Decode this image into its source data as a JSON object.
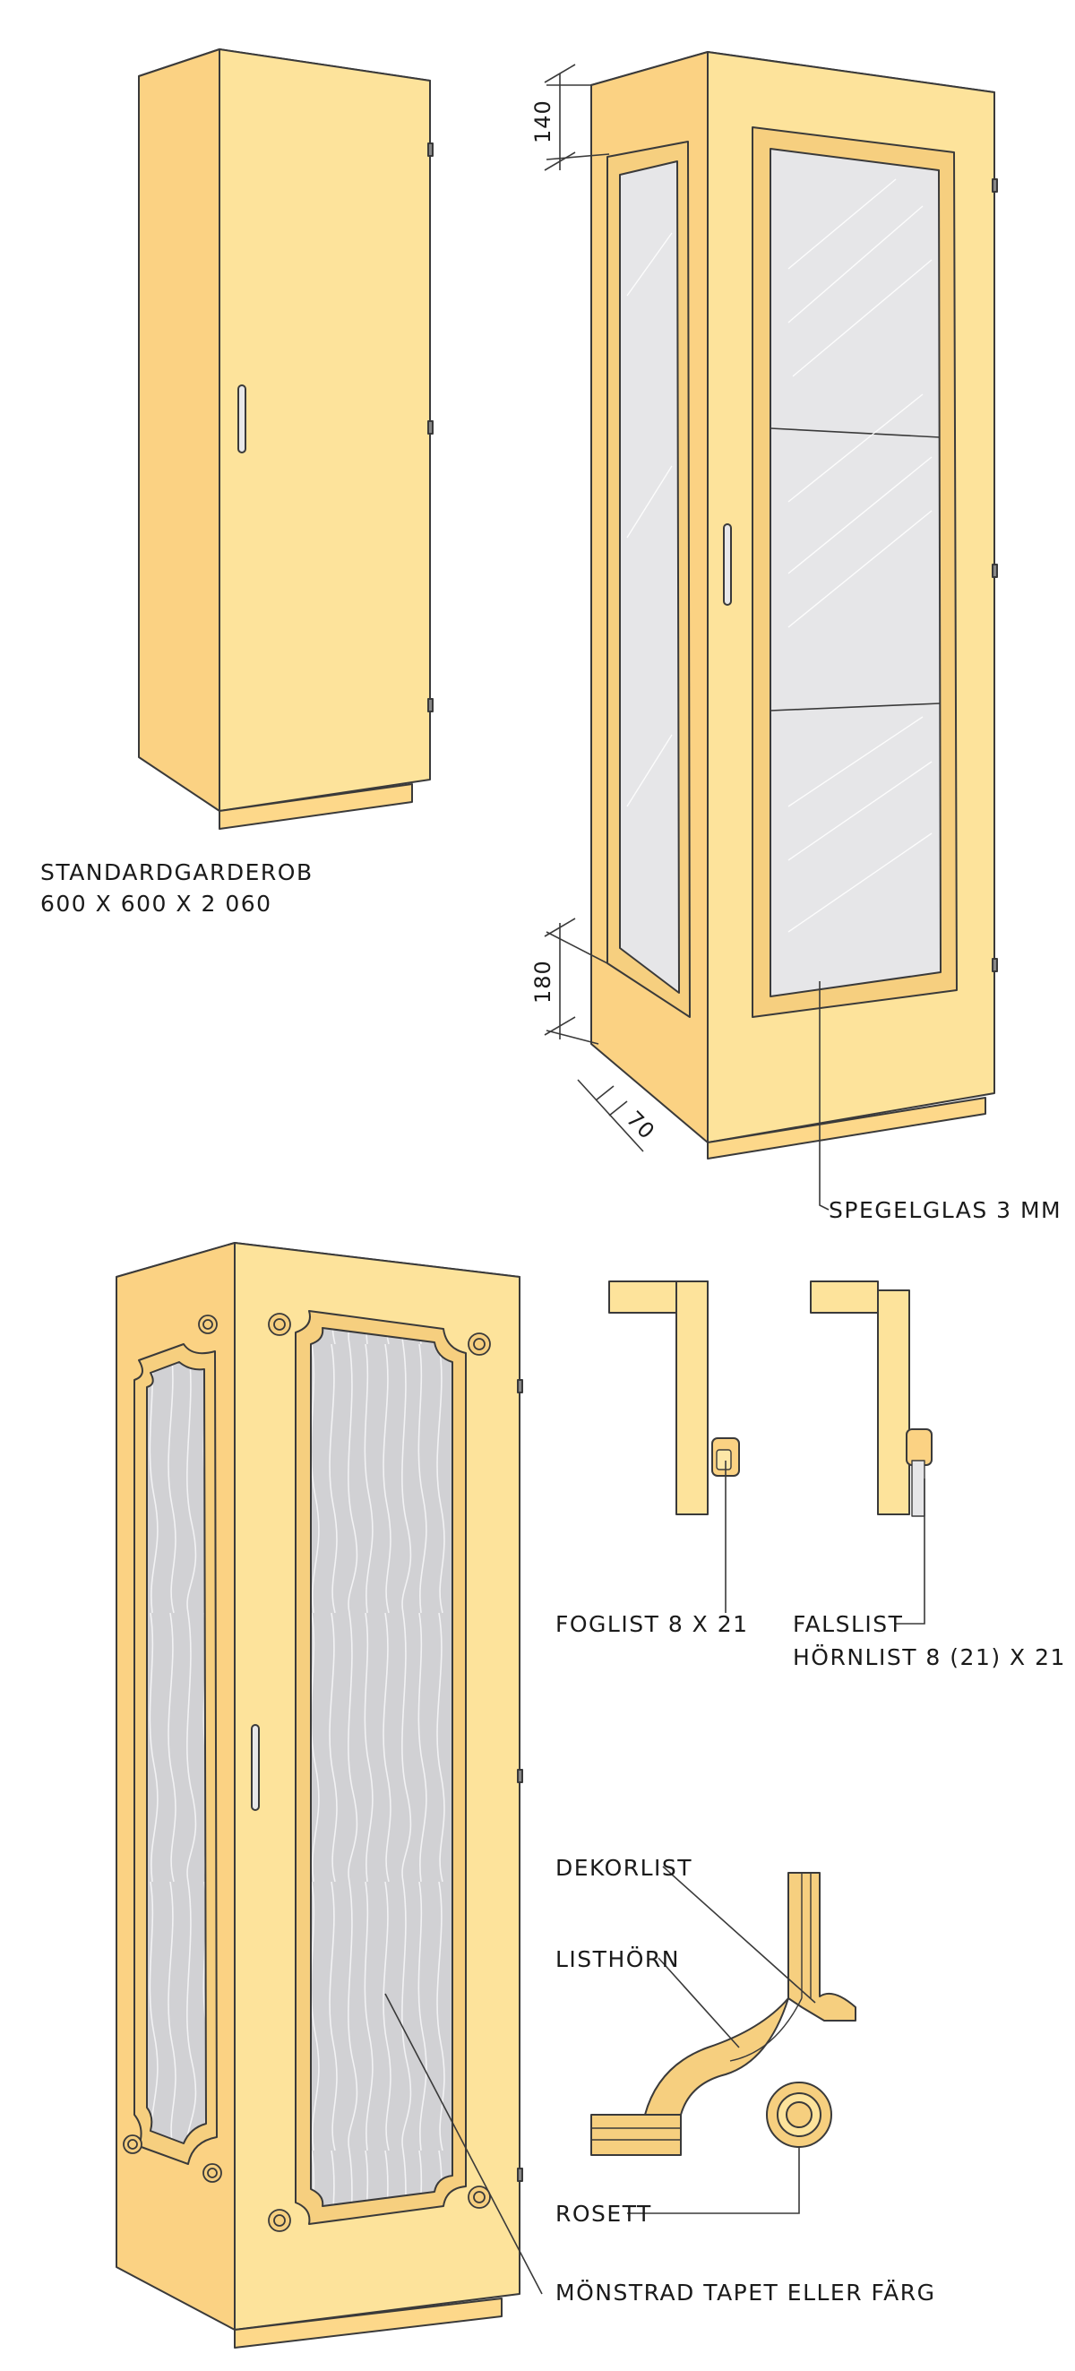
{
  "labels": {
    "standard_title": "STANDARDGARDEROB",
    "standard_size": "600 X 600 X 2 060",
    "spegelglas": "SPEGELGLAS 3 MM",
    "foglist": "FOGLIST 8 X 21",
    "falslist": "FALSLIST",
    "hornlist": "HÖRNLIST 8 (21) X 21",
    "dekorlist": "DEKORLIST",
    "listhorn": "LISTHÖRN",
    "rosett": "ROSETT",
    "monstrad": "MÖNSTRAD TAPET ELLER FÄRG"
  },
  "dimensions": {
    "top_frame": "140",
    "bottom_frame": "180",
    "depth_frame": "70"
  },
  "colors": {
    "cabinet_front": "#fde39b",
    "cabinet_side": "#fbd283",
    "frame_molding": "#f6cf7f",
    "mirror_glass": "#e6e6e8",
    "wallpaper": "#d1d1d4",
    "outline": "#3a3a3a"
  }
}
